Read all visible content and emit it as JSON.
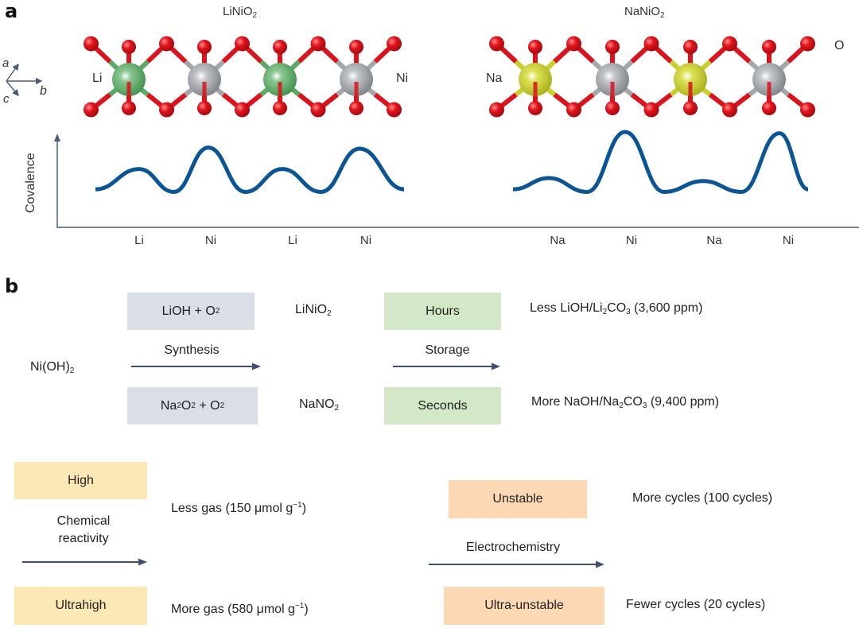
{
  "panel_a": {
    "label": "a",
    "left_title": "LiNiO",
    "left_title_sub": "2",
    "right_title": "NaNiO",
    "right_title_sub": "2",
    "axes_legend": {
      "a": "a",
      "b": "b",
      "c": "c"
    },
    "atom_labels": {
      "li": "Li",
      "ni": "Ni",
      "na": "Na",
      "o": "O"
    },
    "colors": {
      "li": "#5aa865",
      "ni": "#a3a7ab",
      "na": "#c8cf2c",
      "o": "#d9141c",
      "curve": "#0b5595",
      "axis": "#4a5a78"
    },
    "covalence_axis_label": "Covalence",
    "left_ticks": [
      "Li",
      "Ni",
      "Li",
      "Ni"
    ],
    "right_ticks": [
      "Na",
      "Ni",
      "Na",
      "Ni"
    ],
    "left_peaks_relative": [
      0.6,
      0.95,
      0.6,
      0.93
    ],
    "right_peaks_relative": [
      0.45,
      1.0,
      0.38,
      0.98
    ]
  },
  "panel_b": {
    "label": "b",
    "start": {
      "text": "Ni(OH)",
      "sub": "2"
    },
    "synthesis": {
      "arrow_label": "Synthesis",
      "top_box": {
        "pre": "LiOH + O",
        "sub": "2"
      },
      "bottom_box": {
        "pre": "Na",
        "sub1": "2",
        "mid": "O",
        "sub2": "2",
        "post": " + O",
        "sub3": "2"
      },
      "top_product": {
        "pre": "LiNiO",
        "sub": "2"
      },
      "bottom_product": {
        "pre": "NaNO",
        "sub": "2"
      }
    },
    "storage": {
      "arrow_label": "Storage",
      "top_box": "Hours",
      "bottom_box": "Seconds",
      "top_result": {
        "pre": "Less LiOH/Li",
        "sub1": "2",
        "mid": "CO",
        "sub2": "3",
        "post": " (3,600 ppm)"
      },
      "bottom_result": {
        "pre": "More NaOH/Na",
        "sub1": "2",
        "mid": "CO",
        "sub2": "3",
        "post": " (9,400 ppm)"
      }
    },
    "chemical_reactivity": {
      "arrow_label_line1": "Chemical",
      "arrow_label_line2": "reactivity",
      "top_box": "High",
      "bottom_box": "Ultrahigh",
      "top_result": {
        "pre": "Less gas (150 μmol g",
        "sup": "−1",
        "post": ")"
      },
      "bottom_result": {
        "pre": "More gas (580 μmol g",
        "sup": "−1",
        "post": ")"
      }
    },
    "electrochemistry": {
      "arrow_label": "Electrochemistry",
      "top_box": "Unstable",
      "bottom_box": "Ultra-unstable",
      "top_result": "More cycles (100 cycles)",
      "bottom_result": "Fewer cycles (20 cycles)"
    },
    "colors": {
      "gray_box": "#d9dee7",
      "green_box": "#d2e8c6",
      "yellow_box": "#fbe8b4",
      "orange_box": "#fcd8b4",
      "arrow": "#3f4f6e"
    }
  }
}
